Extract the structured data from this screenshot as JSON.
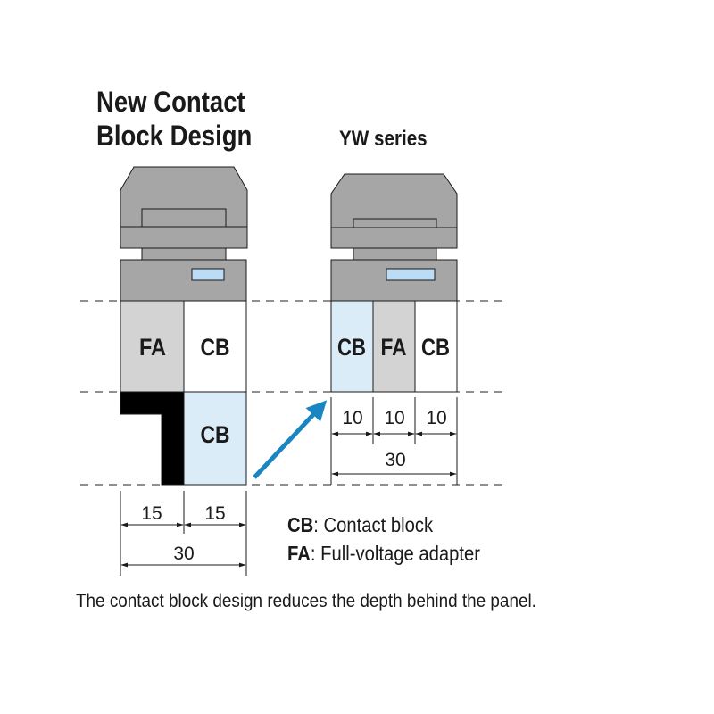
{
  "left": {
    "title_line1": "New Contact",
    "title_line2": "Block Design",
    "blocks": {
      "fa": "FA",
      "cb_front": "CB",
      "cb_rear": "CB"
    },
    "dimensions": {
      "left": "15",
      "right": "15",
      "total": "30"
    }
  },
  "right": {
    "title": "YW series",
    "blocks": {
      "cb_left": "CB",
      "fa": "FA",
      "cb_right": "CB"
    },
    "dimensions": {
      "a": "10",
      "b": "10",
      "c": "10",
      "total": "30"
    }
  },
  "legend": {
    "cb_abbr": "CB",
    "cb_text": ": Contact block",
    "fa_abbr": "FA",
    "fa_text": ": Full-voltage adapter"
  },
  "caption": "The contact block design reduces the depth behind the panel.",
  "colors": {
    "housing_gray": "#a6a6a6",
    "fa_gray": "#d3d3d3",
    "cb_blue": "#d9ecf8",
    "window_blue": "#bcdcf5",
    "arrow_blue": "#1a86c1",
    "black": "#000000"
  }
}
